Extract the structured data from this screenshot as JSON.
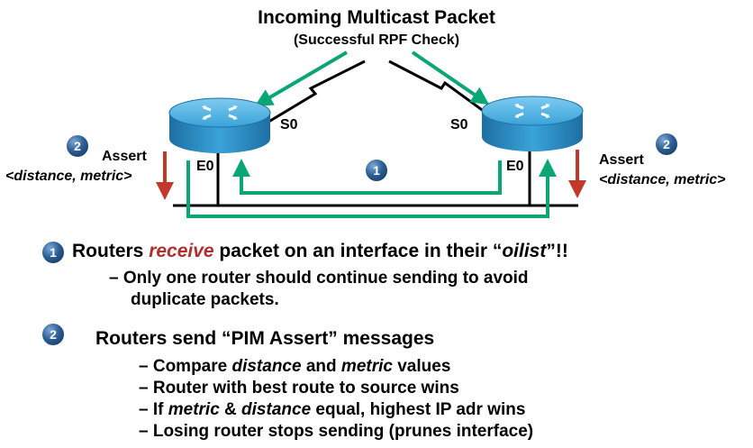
{
  "title": "Incoming Multicast Packet",
  "subtitle": "(Successful RPF Check)",
  "routers": {
    "left": {
      "serial": "S0",
      "ethernet": "E0",
      "assert_label": "Assert",
      "assert_params": "<distance, metric>"
    },
    "right": {
      "serial": "S0",
      "ethernet": "E0",
      "assert_label": "Assert",
      "assert_params": "<distance, metric>"
    }
  },
  "badges": {
    "one": "1",
    "two": "2"
  },
  "bullets": [
    {
      "number": "1",
      "text_parts": [
        "Routers ",
        "receive",
        " packet on an interface in their “",
        "oilist",
        "”!!"
      ],
      "sub_lines": [
        "– Only one router should continue sending to avoid",
        "duplicate packets."
      ]
    },
    {
      "number": "2",
      "text": "Routers send “PIM Assert” messages",
      "sub_parts": [
        [
          "– Compare ",
          "distance",
          " and ",
          "metric",
          " values"
        ],
        [
          "– Router with best route to source wins"
        ],
        [
          "– If ",
          "metric",
          " & ",
          "distance",
          " equal, highest IP adr wins"
        ],
        [
          "– Losing router stops sending (prunes interface)"
        ]
      ]
    }
  ],
  "colors": {
    "green": "#0aa673",
    "red": "#c0392b",
    "router": "#2a8fc9"
  },
  "icons": [
    "router-icon",
    "assert-arrow-icon"
  ]
}
